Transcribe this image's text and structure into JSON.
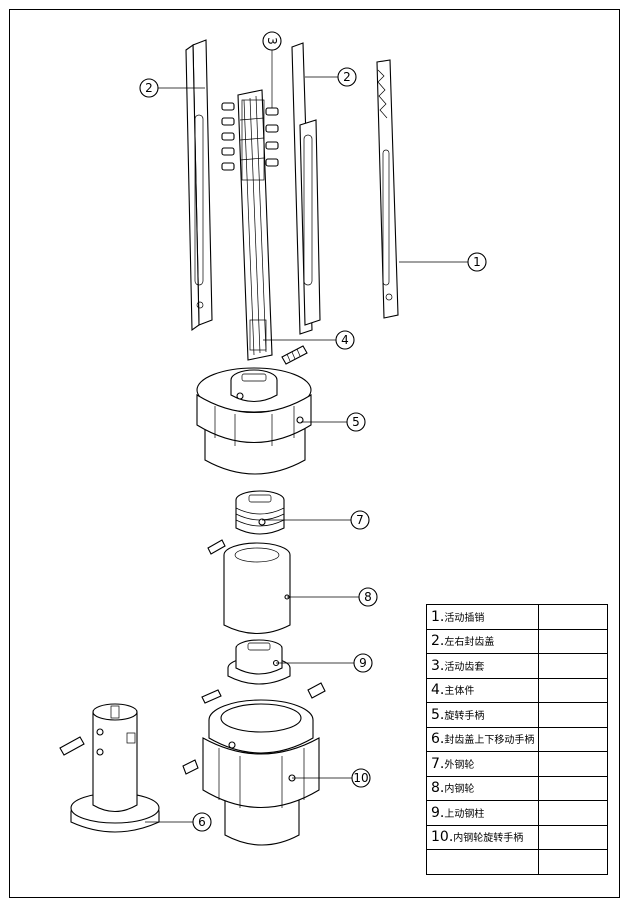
{
  "callouts": [
    "1",
    "2",
    "2",
    "3",
    "4",
    "5",
    "7",
    "8",
    "9",
    "10",
    "6"
  ],
  "parts_table": [
    {
      "num": "1.",
      "name": "活动插销",
      "qty": ""
    },
    {
      "num": "2.",
      "name": "左右封齿盖",
      "qty": ""
    },
    {
      "num": "3.",
      "name": "活动齿套",
      "qty": ""
    },
    {
      "num": "4.",
      "name": "主体件",
      "qty": ""
    },
    {
      "num": "5.",
      "name": "旋转手柄",
      "qty": ""
    },
    {
      "num": "6.",
      "name": "封齿盖上下移动手柄",
      "qty": ""
    },
    {
      "num": "7.",
      "name": "外钢轮",
      "qty": ""
    },
    {
      "num": "8.",
      "name": "内钢轮",
      "qty": ""
    },
    {
      "num": "9.",
      "name": "上动钢柱",
      "qty": ""
    },
    {
      "num": "10.",
      "name": "内钢轮旋转手柄",
      "qty": ""
    },
    {
      "num": "",
      "name": "",
      "qty": ""
    }
  ]
}
